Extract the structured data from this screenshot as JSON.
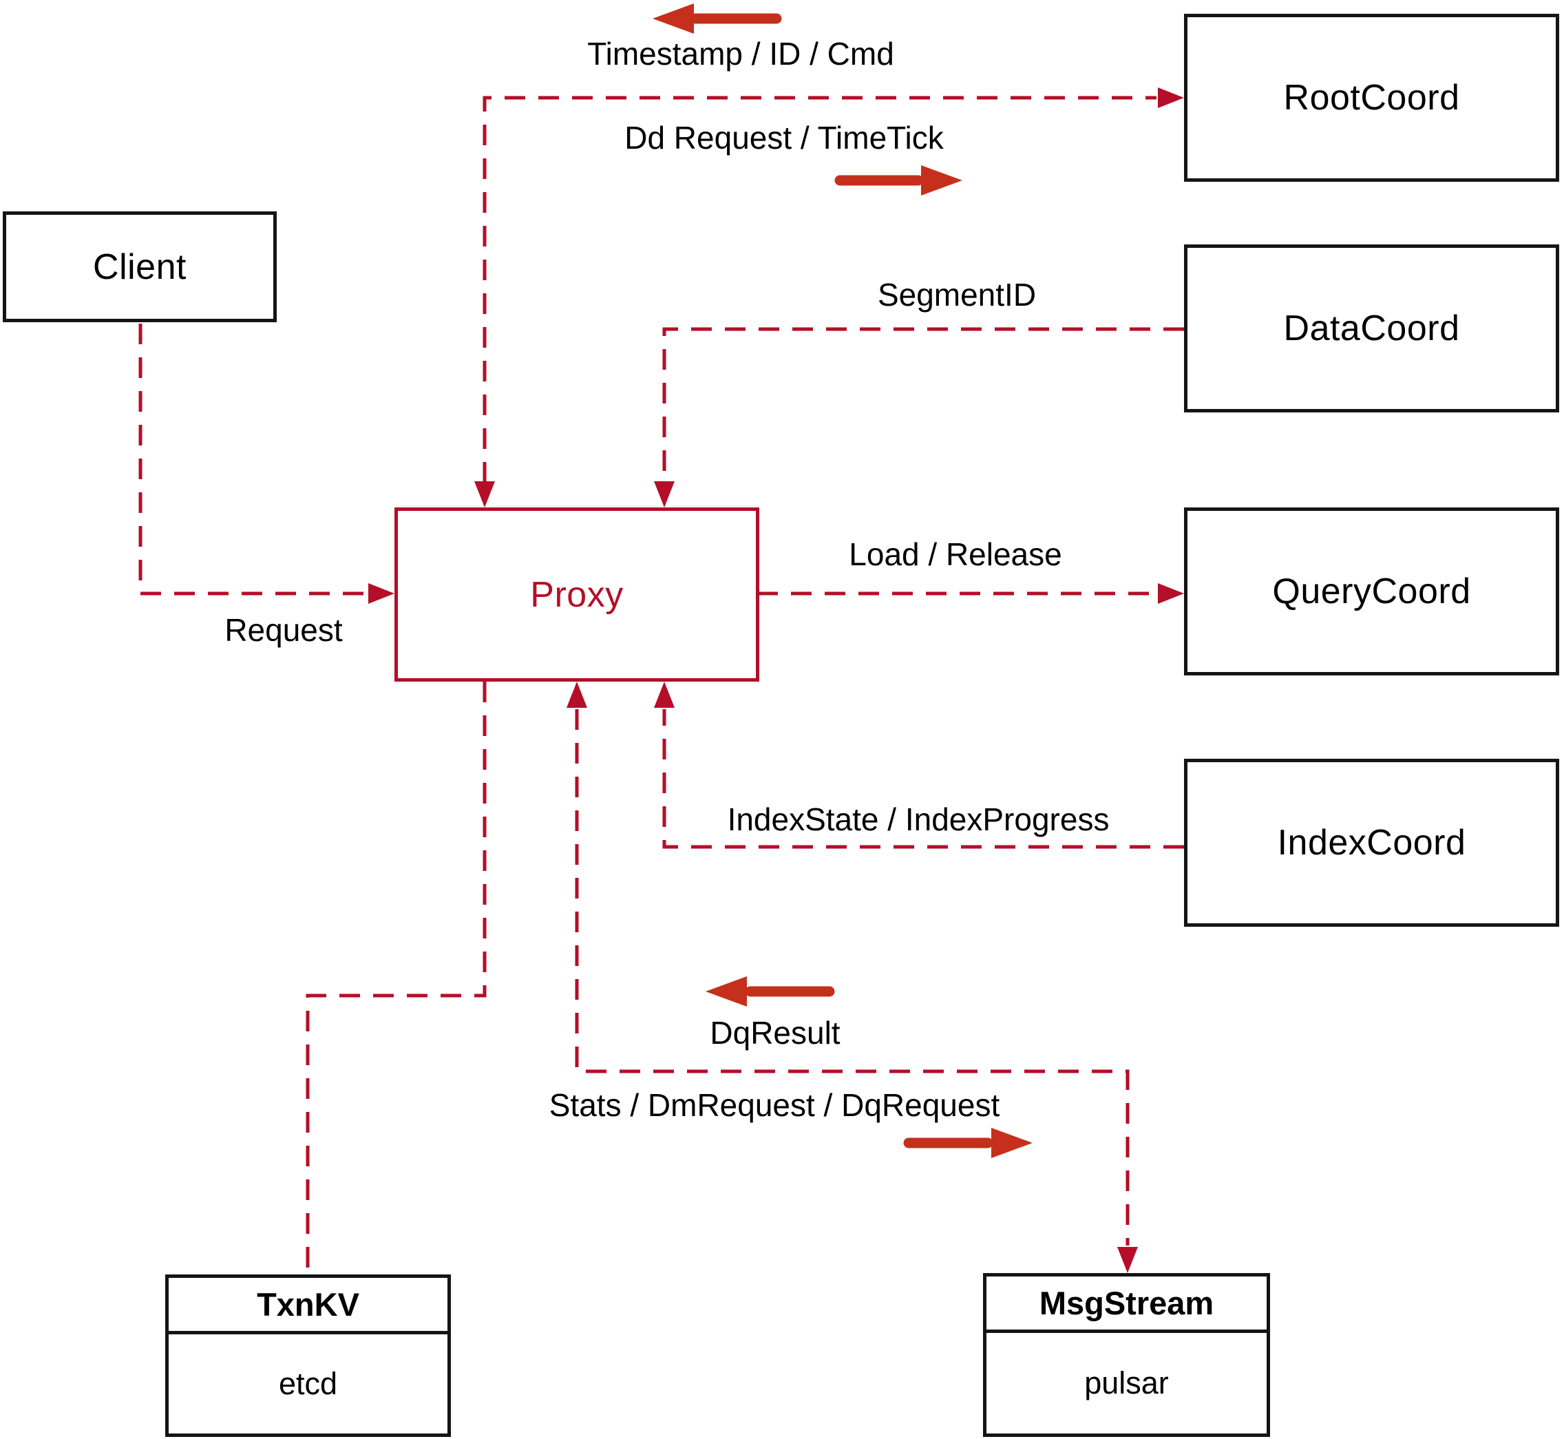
{
  "colors": {
    "line": "#b50e28",
    "arrow": "#c5301c",
    "border": "#151515",
    "text": "#000000",
    "background": "#ffffff"
  },
  "nodes": {
    "client": {
      "label": "Client"
    },
    "rootcoord": {
      "label": "RootCoord"
    },
    "datacoord": {
      "label": "DataCoord"
    },
    "querycoord": {
      "label": "QueryCoord"
    },
    "indexcoord": {
      "label": "IndexCoord"
    },
    "proxy": {
      "label": "Proxy"
    },
    "txnkv": {
      "title": "TxnKV",
      "implementation": "etcd"
    },
    "msgstream": {
      "title": "MsgStream",
      "implementation": "pulsar"
    }
  },
  "edges": {
    "proxy_rootcoord": {
      "to_proxy_label": "Timestamp / ID / Cmd",
      "to_rootcoord_label": "Dd Request / TimeTick"
    },
    "datacoord_proxy": {
      "label": "SegmentID"
    },
    "proxy_querycoord": {
      "label": "Load / Release"
    },
    "indexcoord_proxy": {
      "label": "IndexState / IndexProgress"
    },
    "client_proxy": {
      "label": "Request"
    },
    "proxy_msgstream": {
      "to_proxy_label": "DqResult",
      "to_msgstream_label": "Stats / DmRequest / DqRequest"
    }
  }
}
